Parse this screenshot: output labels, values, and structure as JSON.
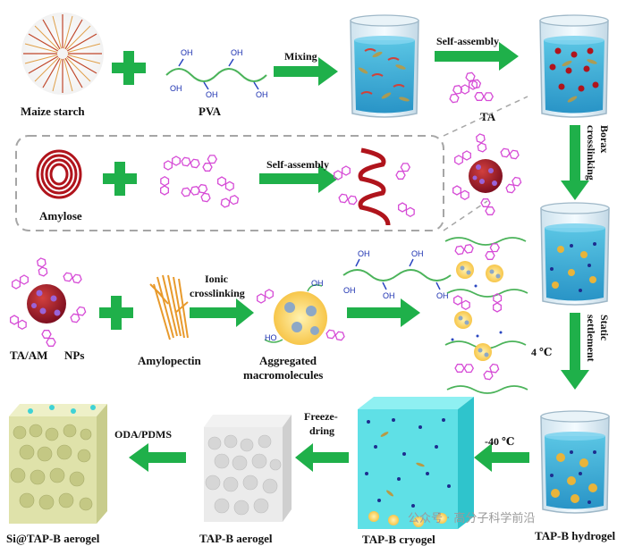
{
  "labels": {
    "maize_starch": "Maize starch",
    "pva": "PVA",
    "mixing": "Mixing",
    "self_assembly_top": "Self-assembly",
    "ta": "TA",
    "borax_1": "Borax",
    "borax_2": "crosslinking",
    "amylose": "Amylose",
    "self_assembly_mid": "Self-assembly",
    "ionic_1": "Ionic",
    "ionic_2": "crosslinking",
    "ta_am": "TA/AM",
    "nps": "NPs",
    "amylopectin": "Amylopectin",
    "aggregated_1": "Aggregated",
    "aggregated_2": "macromolecules",
    "ho": "HO",
    "temp_4": "4 ℃",
    "static_1": "Static",
    "static_2": "settlement",
    "temp_minus40": "-40 ℃",
    "tapb_hydrogel": "TAP-B hydrogel",
    "tapb_cryogel": "TAP-B cryogel",
    "freeze_1": "Freeze-",
    "freeze_2": "dring",
    "tapb_aerogel": "TAP-B aerogel",
    "odapdms": "ODA/PDMS",
    "si_aerogel": "Si@TAP-B aerogel",
    "oh": "OH"
  },
  "watermark": "公众号 · 高分子科学前沿",
  "colors": {
    "arrow_green": "#1fb04a",
    "plus_green": "#1fb04a",
    "water_blue": "#3fb4d9",
    "cryogel_cyan": "#5fe0e6",
    "np_red": "#9e1b2f",
    "ta_magenta": "#d64bd6",
    "amylose_red": "#b0141c",
    "amylopectin_orange": "#e89a2c",
    "pva_green": "#4bb35a"
  }
}
